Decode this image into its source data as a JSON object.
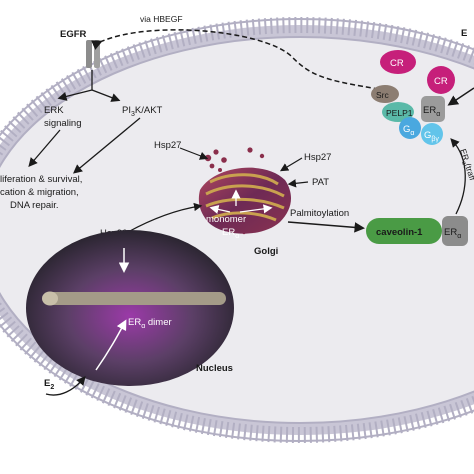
{
  "labels": {
    "egfr": "EGFR",
    "via_hbegf": "via HBEGF",
    "e2_corner": "E",
    "erk_1": "ERK",
    "erk_2": "signaling",
    "pi3k": "PI",
    "pi3k_sub": "3",
    "pi3k_rest": "K/AKT",
    "outcome_1": "liferation & survival,",
    "outcome_2": "cation & migration,",
    "outcome_3": "DNA repair.",
    "hsp27_left": "Hsp27",
    "hsp27_right": "Hsp27",
    "pat": "PAT",
    "hsp90": "Hsp90",
    "monomer": "monomer",
    "era_golgi": "ER",
    "era_golgi_sub": "α",
    "golgi": "Golgi",
    "palmitoylation": "Palmitoylation",
    "caveolin": "caveolin-1",
    "era_cav": "ER",
    "era_cav_sub": "α",
    "cr_left": "CR",
    "cr_right": "CR",
    "src": "Src",
    "pelp1": "PELP1",
    "era_complex": "ER",
    "era_complex_sub": "α",
    "galpha": "G",
    "galpha_sub": "α",
    "gbg": "G",
    "gbg_sub": "βγ",
    "era_traffic": "ER",
    "era_traffic_sub": "α",
    "era_traffic_rest": "(traff",
    "dimer_1": "ER",
    "dimer_sub": "α",
    "dimer_2": " dimer",
    "nucleus": "Nucleus",
    "e2_bottom": "E",
    "e2_bottom_sub": "2"
  },
  "colors": {
    "membrane": "#b9b6c9",
    "cytoplasm": "#ecebef",
    "cr_bubble": "#c61f7a",
    "src": "#8c7d72",
    "pelp1": "#5ab9a8",
    "galpha": "#4aa8df",
    "gbg": "#62c4ea",
    "caveolin": "#4a9b45",
    "era_grey": "#8c8c8c",
    "golgi": "#8c2e4b",
    "nucleus": "#4b3c52"
  }
}
